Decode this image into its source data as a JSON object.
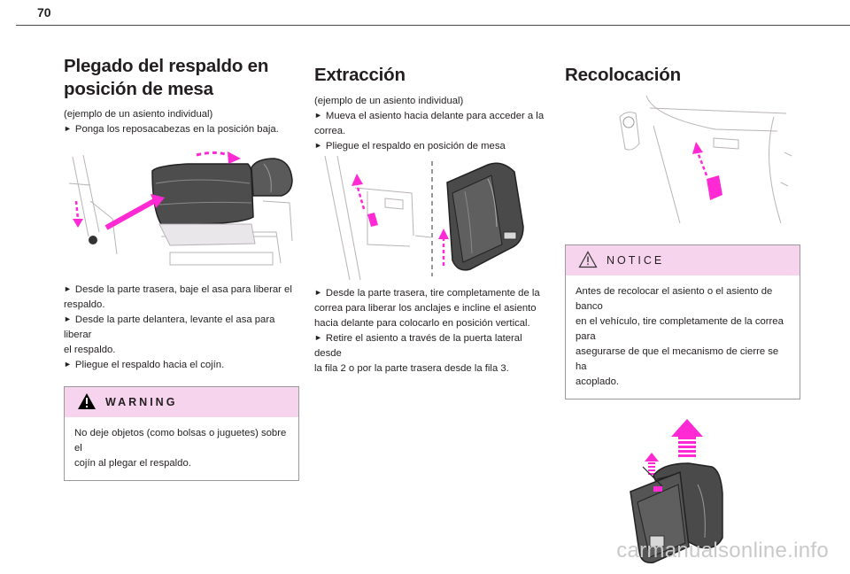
{
  "page": {
    "number": "70"
  },
  "col1": {
    "title_line1": "Plegado del respaldo en",
    "title_line2": "posición de mesa",
    "intro": "(ejemplo de un asiento individual)",
    "step1": "Ponga los reposacabezas en la posición baja.",
    "step2_a": "Desde la parte trasera, baje el asa para liberar el",
    "step2_b": "respaldo.",
    "step3_a": "Desde la parte delantera, levante el asa para liberar",
    "step3_b": "el respaldo.",
    "step4": "Pliegue el respaldo hacia el cojín.",
    "warning": {
      "title": "WARNING",
      "line1": "No deje objetos (como bolsas o juguetes) sobre el",
      "line2": "cojín al plegar el respaldo."
    }
  },
  "col2": {
    "title": "Extracción",
    "intro": "(ejemplo de un asiento individual)",
    "step1_a": "Mueva el asiento hacia delante para acceder a la",
    "step1_b": "correa.",
    "step2": "Pliegue el respaldo en posición de mesa",
    "step3_a": "Desde la parte trasera, tire completamente de la",
    "step3_b": "correa para liberar los anclajes e incline el asiento",
    "step3_c": "hacia delante para colocarlo en posición vertical.",
    "step4_a": "Retire el asiento a través de la puerta lateral desde",
    "step4_b": "la fila 2 o por la parte trasera desde la fila 3."
  },
  "col3": {
    "title": "Recolocación",
    "notice": {
      "title": "NOTICE",
      "line1": "Antes de recolocar el asiento o el asiento de banco",
      "line2": "en el vehículo, tire completamente de la correa para",
      "line3": "asegurarse de que el mecanismo de cierre se ha",
      "line4": "acoplado."
    }
  },
  "bullet_glyph": "►",
  "watermark": "carmanualsonline.info",
  "colors": {
    "accent_magenta": "#ff2ad4",
    "notice_header": "#f6d4ee",
    "rule": "#4a4a4a"
  }
}
